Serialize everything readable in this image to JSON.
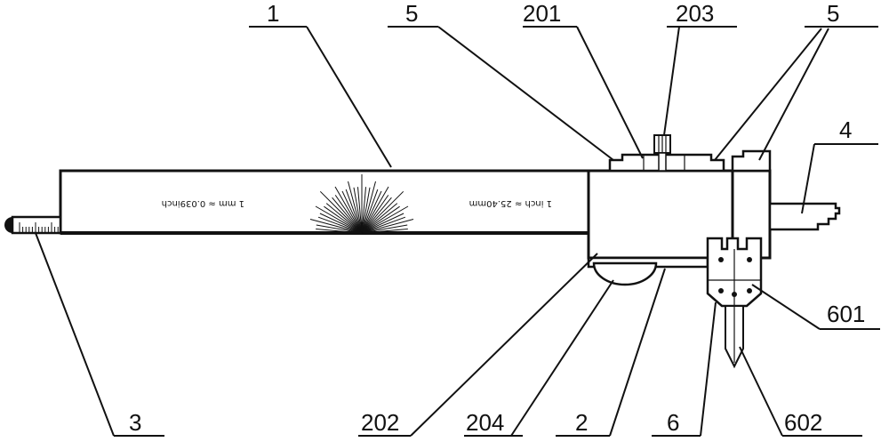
{
  "labels": {
    "l1": "1",
    "l5a": "5",
    "l201": "201",
    "l203": "203",
    "l5b": "5",
    "l4": "4",
    "l601": "601",
    "l3": "3",
    "l202": "202",
    "l204": "204",
    "l2": "2",
    "l6": "6",
    "l602": "602"
  },
  "ruler_text": {
    "left": "1 mm ≈ 0.039inch",
    "right": "1 inch ≈ 25.40mm"
  },
  "colors": {
    "stroke": "#111111",
    "background": "#ffffff"
  }
}
